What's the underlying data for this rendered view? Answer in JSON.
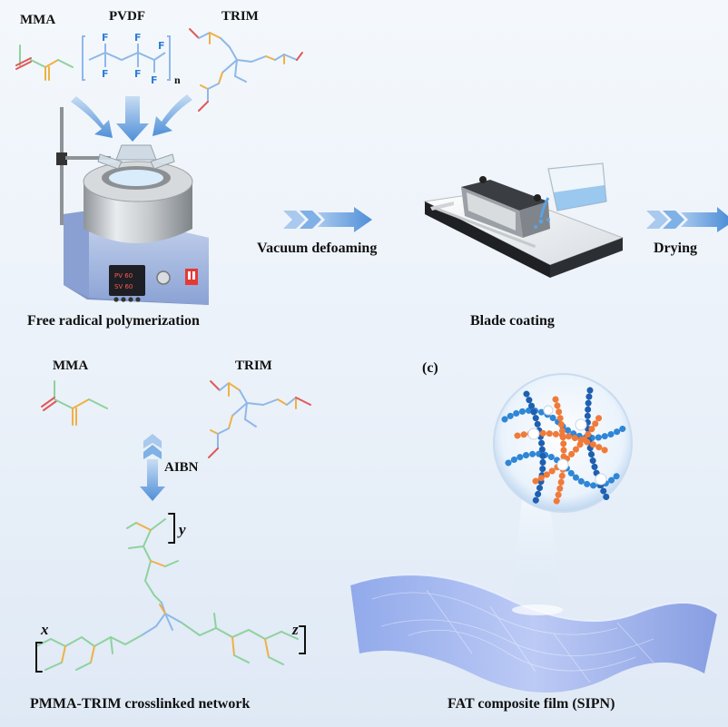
{
  "top": {
    "mma_label": "MMA",
    "pvdf_label": "PVDF",
    "trim_label": "TRIM",
    "pvdf_f": "F",
    "pvdf_n": "n",
    "heater_pv": "PV 60",
    "heater_sv": "SV 60",
    "step_polymerization": "Free radical polymerization",
    "step_vacuum": "Vacuum defoaming",
    "step_blade": "Blade coating",
    "step_drying": "Drying"
  },
  "bottom": {
    "mma_label": "MMA",
    "trim_label": "TRIM",
    "initiator": "AIBN",
    "sub_x": "x",
    "sub_y": "y",
    "sub_z": "z",
    "network_label": "PMMA-TRIM crosslinked network",
    "panel_c": "(c)",
    "film_label": "FAT composite film (SIPN)"
  },
  "colors": {
    "mma_chain": "#8fd19e",
    "trim_chain": "#8fb8e8",
    "carbonyl_red": "#e05a5a",
    "oxygen_orange": "#f0b046",
    "fluorine_blue": "#2f7fd6",
    "arrow_blue": "#4f8fd8",
    "polymer_blue": "#2f86d6",
    "polymer_orange": "#f07a3a"
  }
}
